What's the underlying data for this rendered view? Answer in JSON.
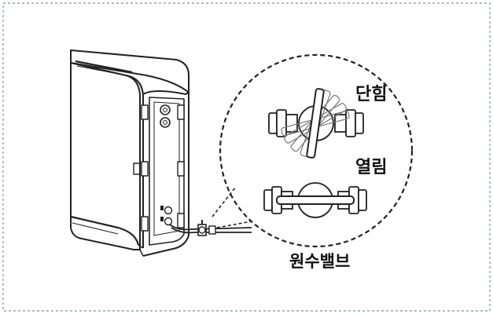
{
  "labels": {
    "closed": "단힘",
    "open": "열림",
    "source_water_valve": "원수밸브"
  }
}
